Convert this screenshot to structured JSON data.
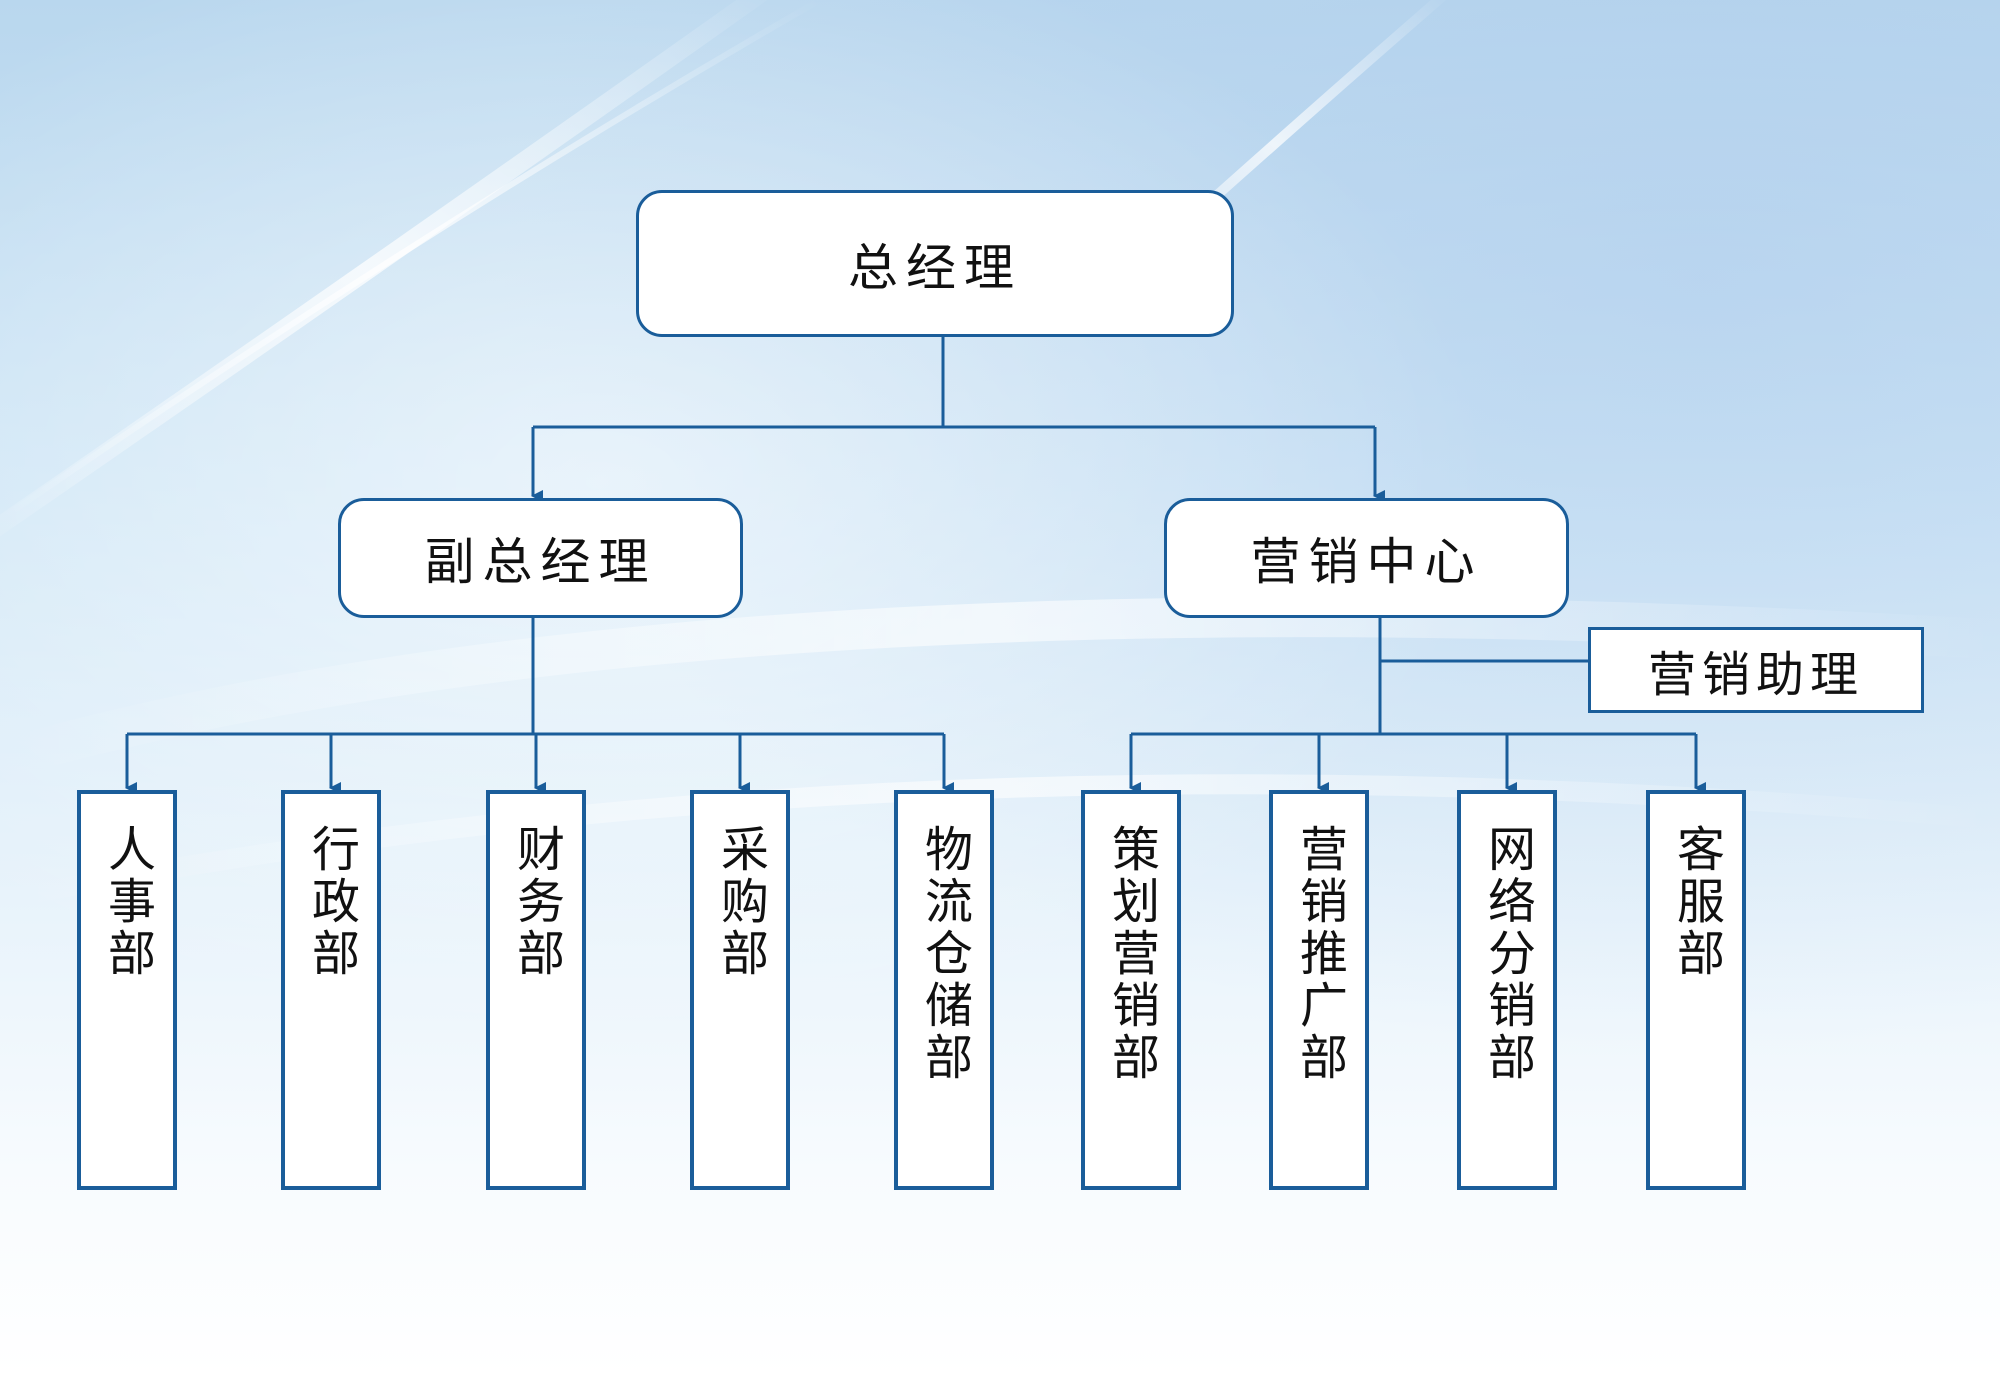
{
  "colors": {
    "line": "#1a5d9a",
    "box_border": "#1a5d9a",
    "box_fill": "#ffffff",
    "text": "#111111"
  },
  "nodes": {
    "general_manager": "总经理",
    "deputy_general_manager": "副总经理",
    "marketing_center": "营销中心",
    "marketing_assistant": "营销助理"
  },
  "deputy_departments": [
    "人事部",
    "行政部",
    "财务部",
    "采购部",
    "物流仓储部"
  ],
  "marketing_departments": [
    "策划营销部",
    "营销推广部",
    "网络分销部",
    "客服部"
  ]
}
